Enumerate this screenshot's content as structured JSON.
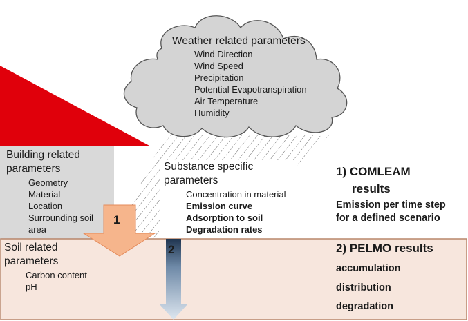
{
  "weather": {
    "title": "Weather related parameters",
    "items": [
      "Wind Direction",
      "Wind Speed",
      "Precipitation",
      "Potential Evapotranspiration",
      "Air Temperature",
      "Humidity"
    ]
  },
  "building": {
    "title_line1": "Building related",
    "title_line2": "parameters",
    "items": [
      "Geometry",
      "Material",
      "Location",
      "Surrounding soil",
      "area"
    ]
  },
  "substance": {
    "title_line1": "Substance specific",
    "title_line2": "parameters",
    "items": [
      {
        "text": "Concentration in material",
        "bold": false
      },
      {
        "text": "Emission curve",
        "bold": true
      },
      {
        "text": "Adsorption to soil",
        "bold": true
      },
      {
        "text": "Degradation rates",
        "bold": true
      }
    ]
  },
  "soil": {
    "title_line1": "Soil related",
    "title_line2": "parameters",
    "items": [
      "Carbon content",
      "pH"
    ]
  },
  "arrows": {
    "arrow1_label": "1",
    "arrow2_label": "2"
  },
  "comleam": {
    "line1": "1) COMLEAM",
    "line2": "results",
    "desc1": "Emission per time step",
    "desc2": "for a defined scenario"
  },
  "pelmo": {
    "title": "2) PELMO results",
    "items": [
      "accumulation",
      "distribution",
      "degradation"
    ]
  },
  "colors": {
    "roof": "#e0000b",
    "wall": "#d9d9d9",
    "soil_fill": "#f7e6dd",
    "soil_border": "#b8866a",
    "cloud_fill": "#d4d4d4",
    "cloud_stroke": "#555555",
    "arrow1_fill": "#f6b58c",
    "arrow2_fill": "#c5d3e2"
  }
}
